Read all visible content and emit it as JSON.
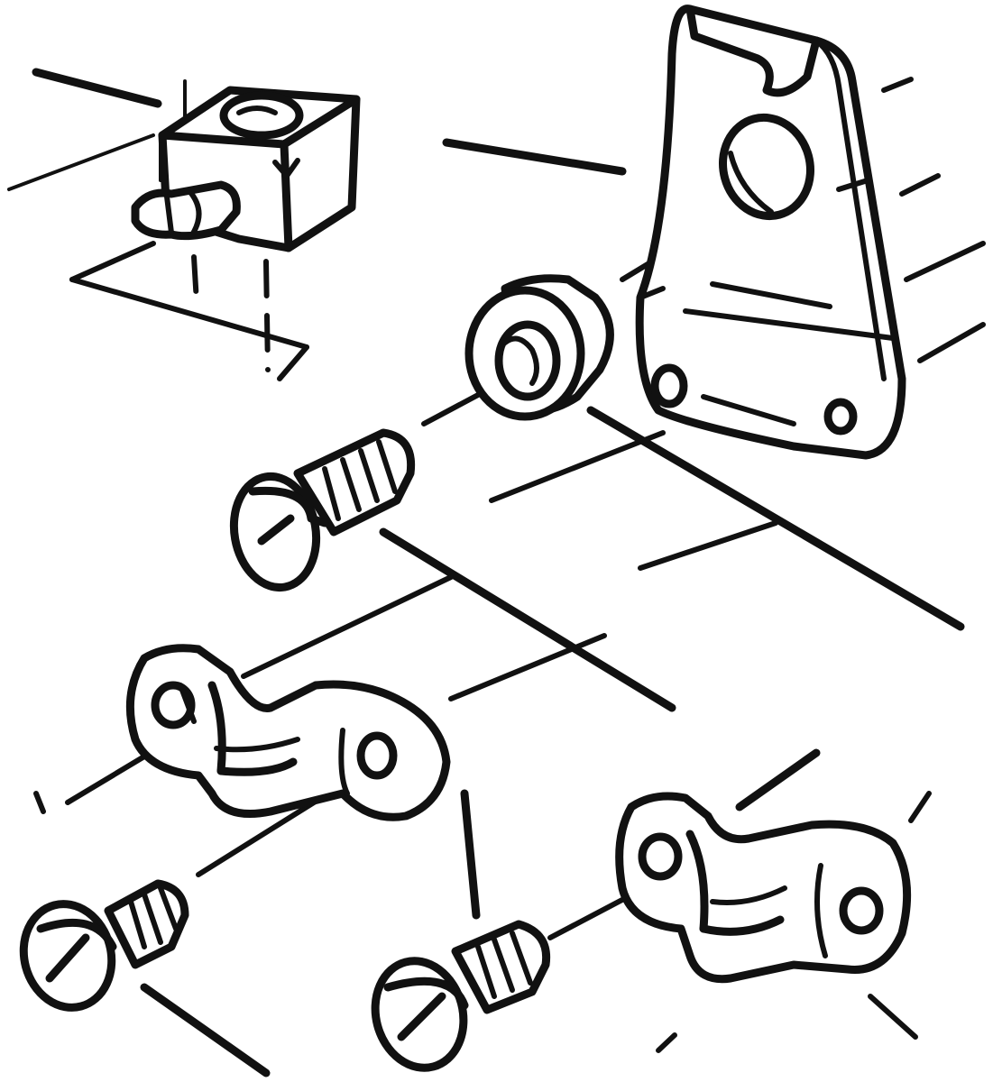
{
  "diagram": {
    "kind": "exploded-view line drawing",
    "ink_color": "#111111",
    "background_color": "#ffffff",
    "parts": [
      "square-nut-block",
      "mounting-bracket",
      "round-spacer",
      "slotted-screw-large",
      "clamp-strap-left",
      "clamp-strap-right",
      "slotted-screw-bottom-left",
      "slotted-screw-bottom-center"
    ]
  }
}
